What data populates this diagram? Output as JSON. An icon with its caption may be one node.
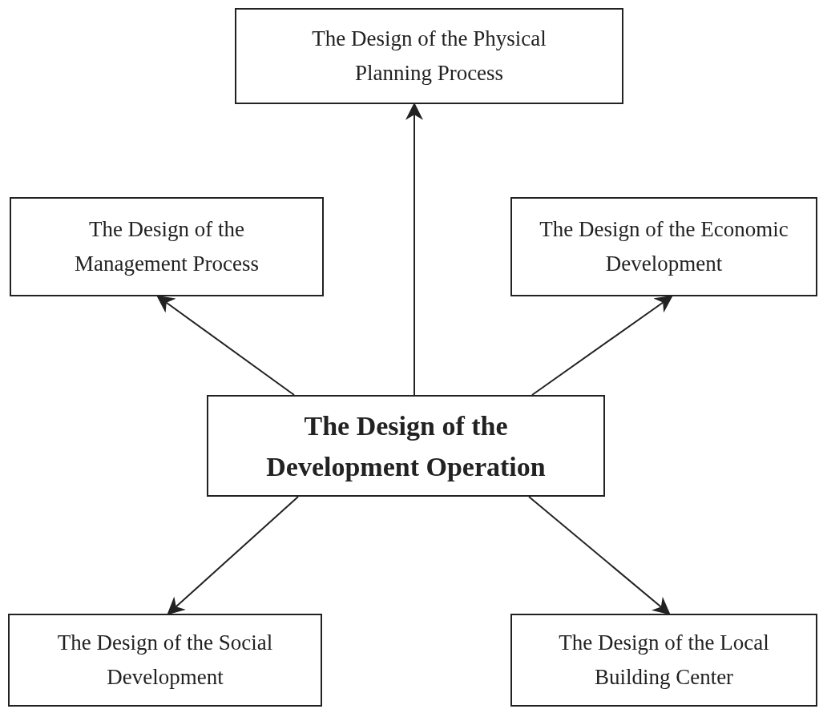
{
  "diagram": {
    "nodes": [
      {
        "text": [
          "The Design of the Physical Planning Process"
        ]
      },
      {
        "text": [
          "The Design of the Management Process"
        ]
      },
      {
        "text": [
          "The Design of the Economic Development"
        ]
      },
      {
        "text": [
          "The Design of the Development Operation"
        ]
      },
      {
        "text": [
          "The Design of the Social Development"
        ]
      },
      {
        "text": [
          "The Design of the Local Building Center"
        ]
      }
    ],
    "edges": [
      {
        "from": 3,
        "to": 0,
        "arrow": "to"
      },
      {
        "from": 3,
        "to": 1,
        "arrow": "to"
      },
      {
        "from": 3,
        "to": 2,
        "arrow": "to"
      },
      {
        "from": 3,
        "to": 4,
        "arrow": "to"
      },
      {
        "from": 3,
        "to": 5,
        "arrow": "to"
      }
    ]
  }
}
